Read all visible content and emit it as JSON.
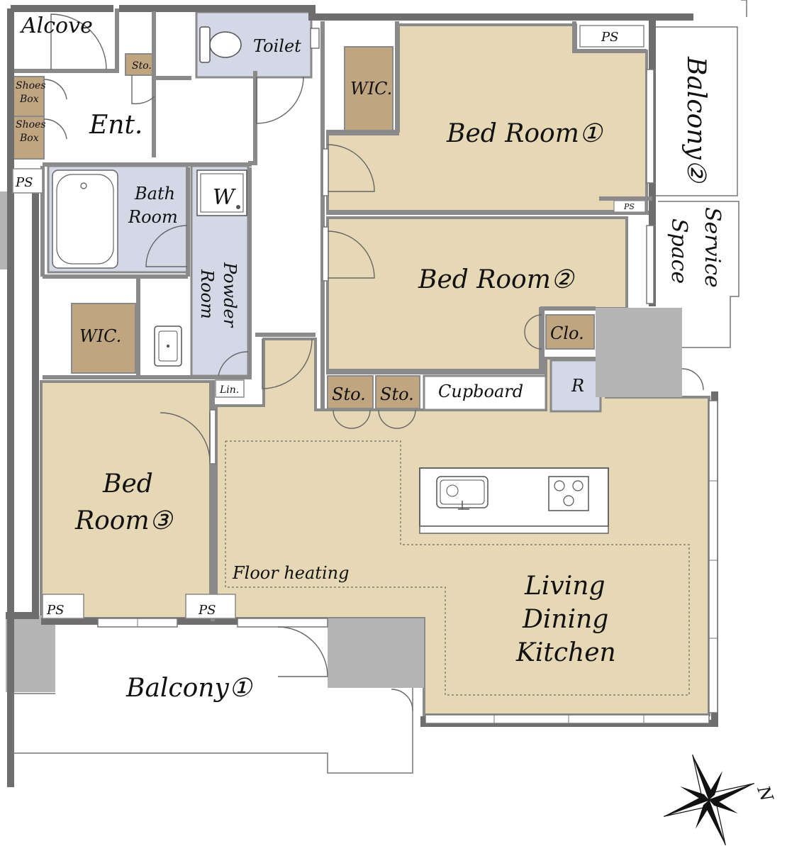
{
  "rooms": {
    "alcove": "Alcove",
    "toilet": "Toilet",
    "storage_small": "Sto.",
    "ps": "PS",
    "shoes_box_1": [
      "Shoes",
      "Box"
    ],
    "shoes_box_2": [
      "Shoes",
      "Box"
    ],
    "entrance": "Ent.",
    "bath_room": [
      "Bath",
      "Room"
    ],
    "washer": "W",
    "powder_room": [
      "Powder",
      "Room"
    ],
    "wic_hall": "WIC.",
    "linen": "Lin.",
    "wic_bed1": "WIC.",
    "bed_room_1": "Bed Room①",
    "balcony_2": "Balcony②",
    "service_space": [
      "Service",
      "Space"
    ],
    "bed_room_2": "Bed Room②",
    "closet": "Clo.",
    "storage_1": "Sto.",
    "storage_2": "Sto.",
    "cupboard": "Cupboard",
    "refrigerator": "R",
    "bed_room_3": [
      "Bed",
      "Room③"
    ],
    "floor_heating": "Floor heating",
    "living": [
      "Living",
      "Dining",
      "Kitchen"
    ],
    "balcony_1": "Balcony①",
    "compass_north": "N"
  },
  "colors": {
    "room_fill": "#e6d8b4",
    "wet_area_fill": "#d4d8e6",
    "storage_fill": "#c0a581",
    "wall": "#6e6e6e",
    "pillar": "#b4b4b4"
  }
}
